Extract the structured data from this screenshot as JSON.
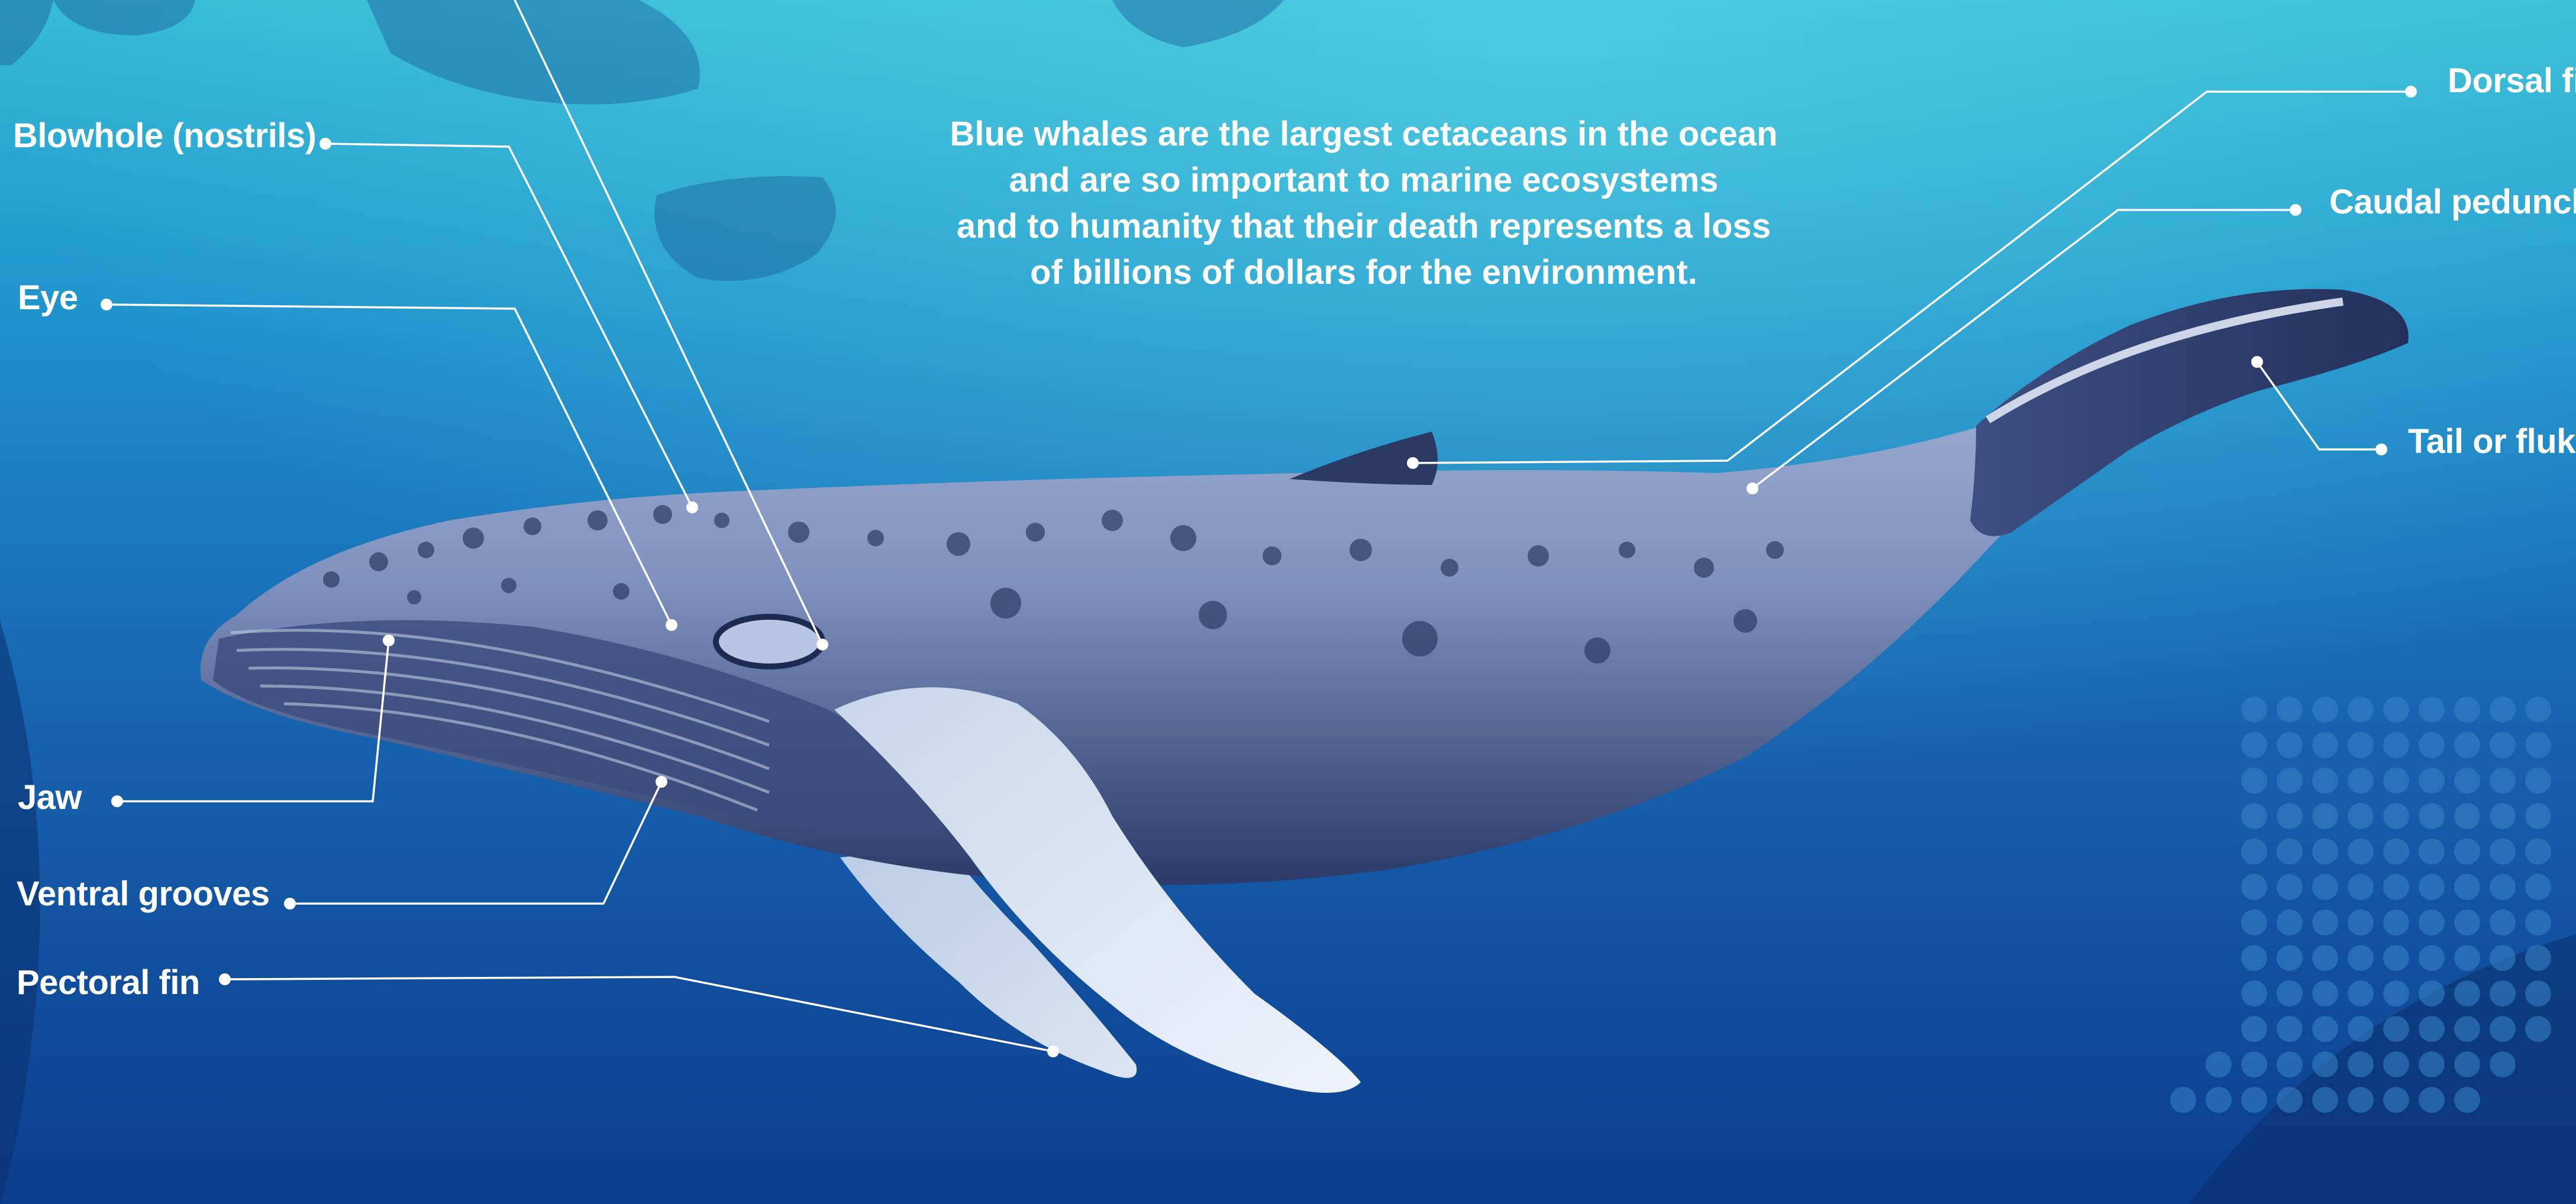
{
  "caption": {
    "lines": [
      "Blue whales are the largest cetaceans in the ocean",
      "and are so important to marine ecosystems",
      "and to humanity that their death represents a loss",
      "of billions of dollars for the environment."
    ]
  },
  "labels": {
    "blowhole": "Blowhole (nostrils)",
    "eye": "Eye",
    "jaw": "Jaw",
    "ventral_grooves": "Ventral grooves",
    "pectoral_fin": "Pectoral fin",
    "dorsal_fin": "Dorsal fi",
    "caudal_peduncle": "Caudal peduncl",
    "tail": "Tail or fluk"
  },
  "colors": {
    "ocean_top": "#3cc3d8",
    "ocean_mid": "#1a73b8",
    "ocean_deep": "#0a3f8a",
    "whale_body": "#8a9cc4",
    "whale_dark": "#2a3a66",
    "whale_belly": "#d6e0ef",
    "leader_line": "#ffffff"
  }
}
